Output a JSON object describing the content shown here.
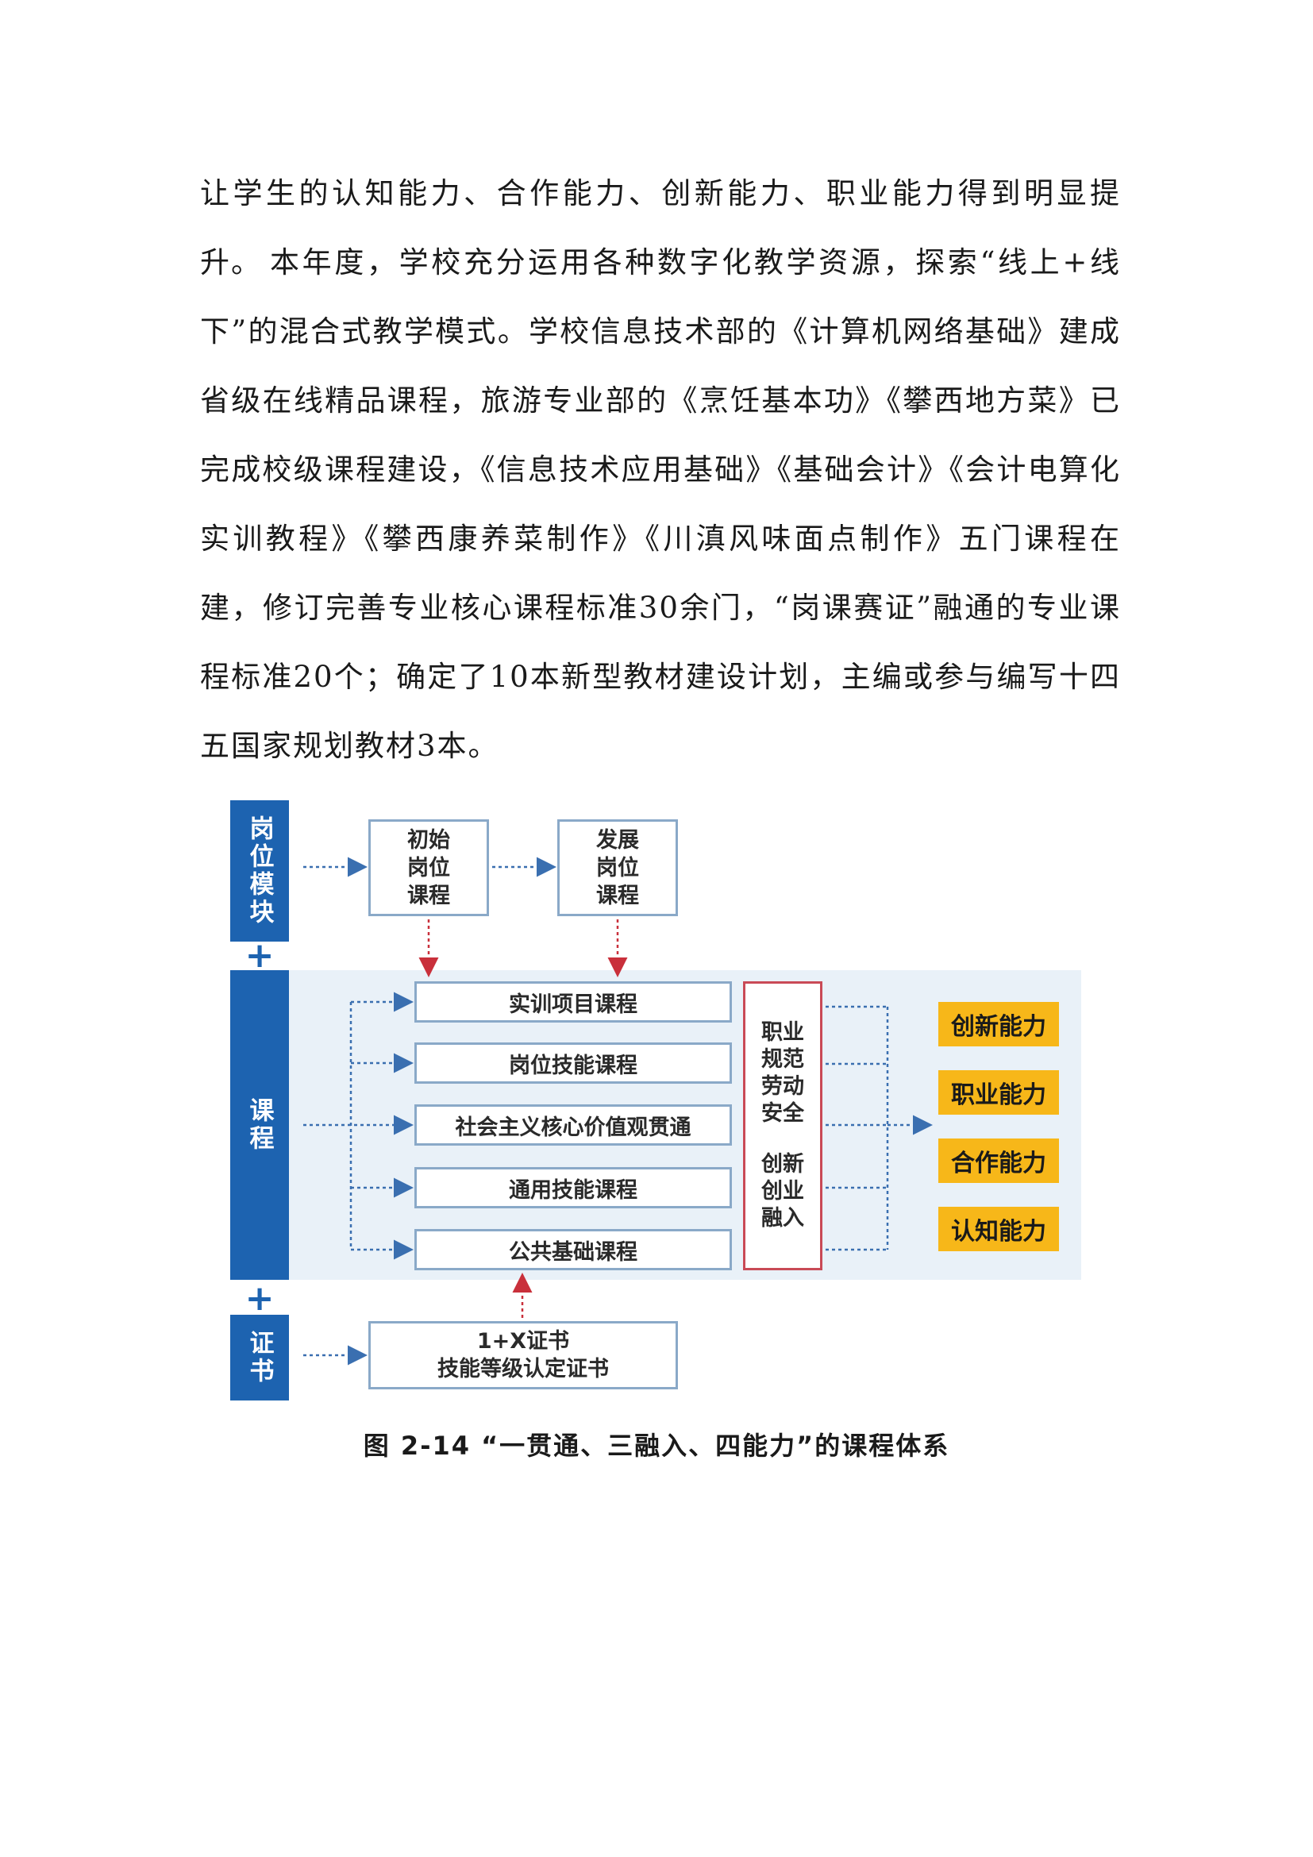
{
  "paragraphs": [
    "让学生的认知能力、合作能力、创新能力、职业能力得到明显提升。",
    "本年度，学校充分运用各种数字化教学资源，探索“线上+线下”的混合式教学模式。学校信息技术部的《计算机网络基础》建成省级在线精品课程，旅游专业部的《烹饪基本功》《攀西地方菜》已完成校级课程建设，《信息技术应用基础》《基础会计》《会计电算化实训教程》《攀西康养菜制作》《川滇风味面点制作》五门课程在建，修订完善专业核心课程标准30余门，“岗课赛证”融通的专业课程标准20个；确定了10本新型教材建设计划，主编或参与编写十四五国家规划教材3本。"
  ],
  "diagram": {
    "bars": {
      "gangwei": "岗位模块",
      "kecheng": "课程",
      "zhengshu": "证书"
    },
    "plus_symbol": "+",
    "post_boxes": {
      "chushi": "初始\n岗位\n课程",
      "fazhan": "发展\n岗位\n课程"
    },
    "courses": [
      "实训项目课程",
      "岗位技能课程",
      "社会主义核心价值观贯通",
      "通用技能课程",
      "公共基础课程"
    ],
    "norm_box": {
      "top": "职业\n规范\n劳动\n安全",
      "bottom": "创新\n创业\n融入"
    },
    "abilities": [
      "创新能力",
      "职业能力",
      "合作能力",
      "认知能力"
    ],
    "certificate": "1+X证书\n技能等级认定证书",
    "colors": {
      "bar_blue": "#1d63b0",
      "light_bg": "#e9f1f8",
      "box_border": "#8aa9c8",
      "arrow_blue": "#3a6fb0",
      "arrow_red": "#c9303b",
      "ability_yellow": "#f7b719"
    }
  },
  "caption": "图 2-14 “一贯通、三融入、四能力”的课程体系"
}
